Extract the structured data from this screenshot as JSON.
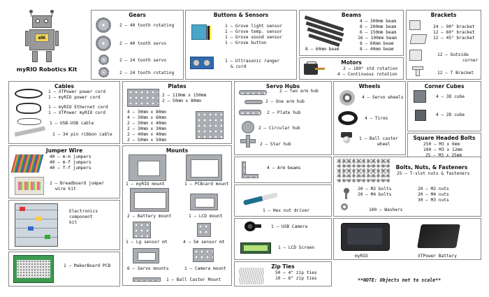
{
  "page": {
    "title": "myRIO Robotics Kit",
    "note": "**NOTE: Objects not to scale**"
  },
  "logo": {
    "badge": "mRK"
  },
  "gears": {
    "title": "Gears",
    "items": [
      "2 – 40 tooth rotating",
      "2 – 40 tooth servo",
      "2 – 24 tooth servo",
      "2 – 24 tooth rotating"
    ]
  },
  "buttons": {
    "title": "Buttons & Sensors",
    "lines": [
      "1 – Grove light sensor",
      "1 – Grove temp. sensor",
      "1 – Grove sound sensor",
      "1 – Grove button"
    ],
    "ultra": [
      "1 – Ultrasonic ranger",
      "& cord"
    ]
  },
  "beams": {
    "title": "Beams",
    "right": [
      "4 – 300mm beam",
      "8 – 200mm beam",
      "6 – 150mm beam",
      "16 – 100mm beam",
      "8 – 60mm beam",
      "8 – 40mm beam"
    ],
    "left": "8 – 60mm beam"
  },
  "motors": {
    "title": "Motors",
    "items": [
      "2 – 180° std rotation",
      "4 – Continuous rotation"
    ]
  },
  "brackets": {
    "title": "Brackets",
    "items": [
      "24 – 90° bracket",
      "12 – 60° bracket",
      "12 – 45° bracket",
      "12 – Outside",
      "corner",
      "12 – T Bracket"
    ]
  },
  "cables": {
    "title": "Cables",
    "items": [
      "1 – XTPower power cord",
      "1 – myRIO power cord",
      "1 – myRIO Ethernet cord",
      "1 – XTPower myRIO cord",
      "1 – USB-USB cable",
      "1 – 34 pin ribbon cable"
    ]
  },
  "plates": {
    "title": "Plates",
    "top": [
      "2 – 110mm x 150mm",
      "2 – 50mm x 80mm"
    ],
    "list": [
      "4 – 30mm x 80mm",
      "4 – 30mm x 60mm",
      "2 – 30mm x 40mm",
      "2 – 30mm x 30mm",
      "2 – 40mm x 40mm",
      "2 – 50mm x 50mm"
    ]
  },
  "servohubs": {
    "title": "Servo Hubs",
    "items": [
      "2 – Two arm hub",
      "2 – One arm hub",
      "2 – Plate hub",
      "2 – Circular hub",
      "2 – Star hub"
    ]
  },
  "wheels": {
    "title": "Wheels",
    "items": [
      "4 – Servo wheels",
      "4 – Tires",
      "1 – Ball caster",
      "wheel"
    ]
  },
  "corner": {
    "title": "Corner Cubes",
    "items": [
      "4 – 3D cube",
      "4 – 2D cube"
    ]
  },
  "bolts": {
    "title": "Square Headed Bolts",
    "items": [
      "250 – M3 x 6mm",
      "100 – M3 x 12mm",
      "25 – M3 x 25mm"
    ]
  },
  "jumper": {
    "title": "Jumper Wire",
    "items": [
      "40 – m-m jumpers",
      "40 – m-f jumpers",
      "40 – f-f jumpers"
    ],
    "breadboard": [
      "1 – Breadboard jumper",
      "wire kit"
    ]
  },
  "mounts": {
    "title": "Mounts",
    "items": [
      "1 – myRIO mount",
      "1 – PCBcard mount",
      "2 – Battery mount",
      "1 – LCD mount",
      "1 – Lg sensor mt",
      "4 – Sm sensor mt",
      "6 – Servo mounts",
      "1 – Camera mount",
      "1 – Ball Caster Mount"
    ]
  },
  "armbeams": {
    "label": "4 – Arm beams"
  },
  "hexdriver": {
    "label": "1 – Hex nut driver"
  },
  "usbcam": {
    "label": "1 – USB Camera"
  },
  "lcd": {
    "label": "1 – LCD Screen"
  },
  "ziptie": {
    "title": "Zip Ties",
    "items": [
      "50 – 4\" zip ties",
      "10 – 6\" zip ties"
    ]
  },
  "fasteners": {
    "title": "Bolts, Nuts, & Fasteners",
    "sub": "25 – T-slot nuts & fasteners",
    "left": [
      "20 – M2 bolts",
      "20 – M4 bolts"
    ],
    "right": [
      "20 – M2 nuts",
      "20 – M4 nuts",
      "30 – M3 nuts"
    ],
    "washers": "100 – Washers"
  },
  "electronics": {
    "label": [
      "Electronics",
      "component",
      "kit"
    ]
  },
  "makerboard": {
    "label": "1 – MakerBoard PCB"
  },
  "myrio": {
    "label": "myRIO"
  },
  "xtpower": {
    "label": "XTPower Battery"
  },
  "colors": {
    "border": "#888888",
    "metal": "#a9adb2",
    "robot": "#9a9a9a",
    "badge": "#f2d65a"
  }
}
